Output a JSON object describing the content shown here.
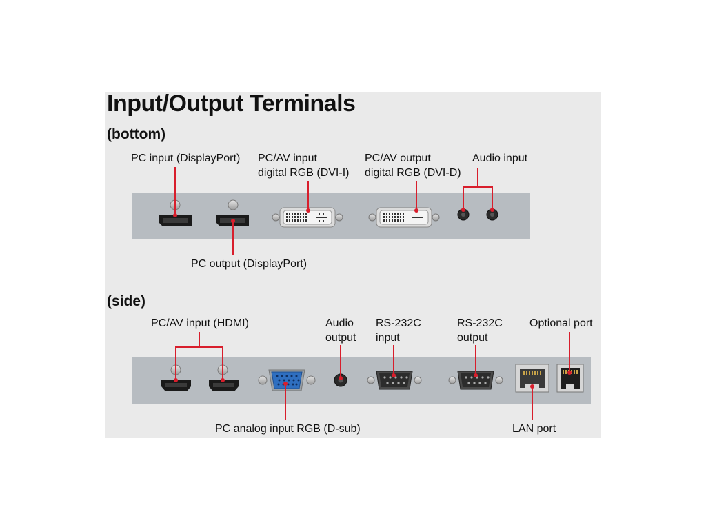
{
  "title": "Input/Output Terminals",
  "sections": {
    "bottom": "(bottom)",
    "side": "(side)"
  },
  "bottom_labels": {
    "pc_input_dp": "PC input (DisplayPort)",
    "pcav_input_line1": "PC/AV input",
    "pcav_input_line2": "digital RGB (DVI-I)",
    "pcav_output_line1": "PC/AV output",
    "pcav_output_line2": "digital RGB (DVI-D)",
    "audio_input": "Audio input",
    "pc_output_dp": "PC output (DisplayPort)"
  },
  "side_labels": {
    "pcav_input_hdmi": "PC/AV input (HDMI)",
    "audio_output_line1": "Audio",
    "audio_output_line2": "output",
    "rs232c_input_line1": "RS-232C",
    "rs232c_input_line2": "input",
    "rs232c_output_line1": "RS-232C",
    "rs232c_output_line2": "output",
    "optional_port": "Optional port",
    "pc_analog_input": "PC analog input RGB (D-sub)",
    "lan_port": "LAN port"
  },
  "colors": {
    "leader_line": "#d81e2c",
    "panel": "#b7bcc1",
    "background": "#eaeaea",
    "vga_connector": "#2f6fc0"
  }
}
